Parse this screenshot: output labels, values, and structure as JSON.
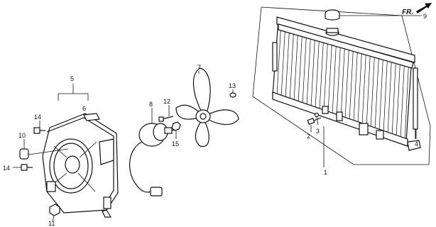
{
  "direction_label": "FR.",
  "callouts": {
    "c1": "1",
    "c2": "2",
    "c3": "3",
    "c4": "4",
    "c5": "5",
    "c6": "6",
    "c7": "7",
    "c8": "8",
    "c9": "9",
    "c10": "10",
    "c11": "11",
    "c12": "12",
    "c13": "13",
    "c14a": "14",
    "c14b": "14",
    "c15": "15"
  }
}
